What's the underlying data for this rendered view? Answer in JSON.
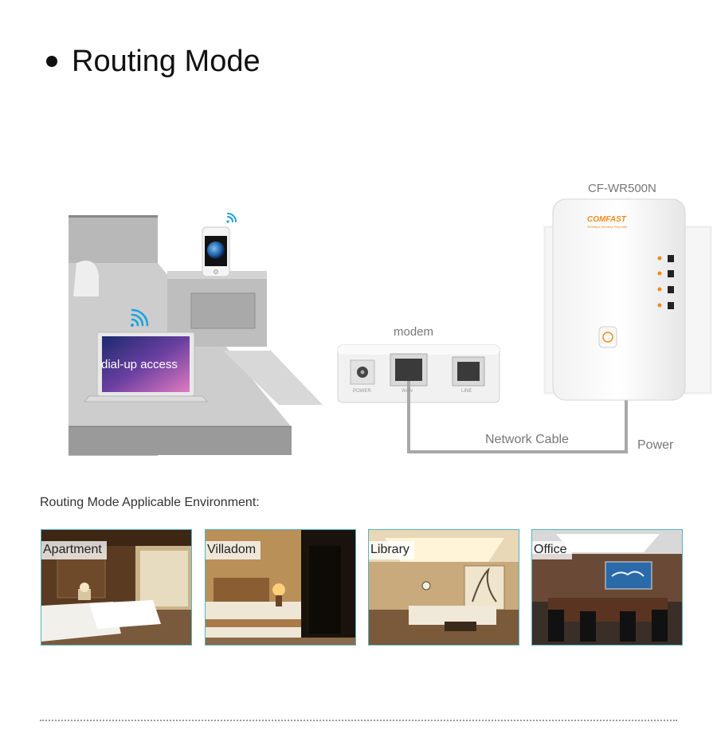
{
  "title": "Routing Mode",
  "diagram": {
    "device_label": "CF-WR500N",
    "brand": "COMFAST",
    "brand_subtitle": "300Mbps Wireless Repeater",
    "modem_label": "modem",
    "laptop_label": "dial-up access",
    "network_cable_label": "Network Cable",
    "power_label": "Power",
    "modem_ports": [
      "POWER",
      "WAN",
      "LINE"
    ]
  },
  "environment": {
    "title": "Routing Mode Applicable Environment:",
    "tiles": [
      {
        "label": "Apartment"
      },
      {
        "label": "Villadom"
      },
      {
        "label": "Library"
      },
      {
        "label": "Office"
      }
    ]
  },
  "colors": {
    "accent_teal": "#55b3c2",
    "cable_grey": "#a8a8a8",
    "brand_orange": "#f08a1c",
    "wifi_blue": "#1aa3e0"
  }
}
